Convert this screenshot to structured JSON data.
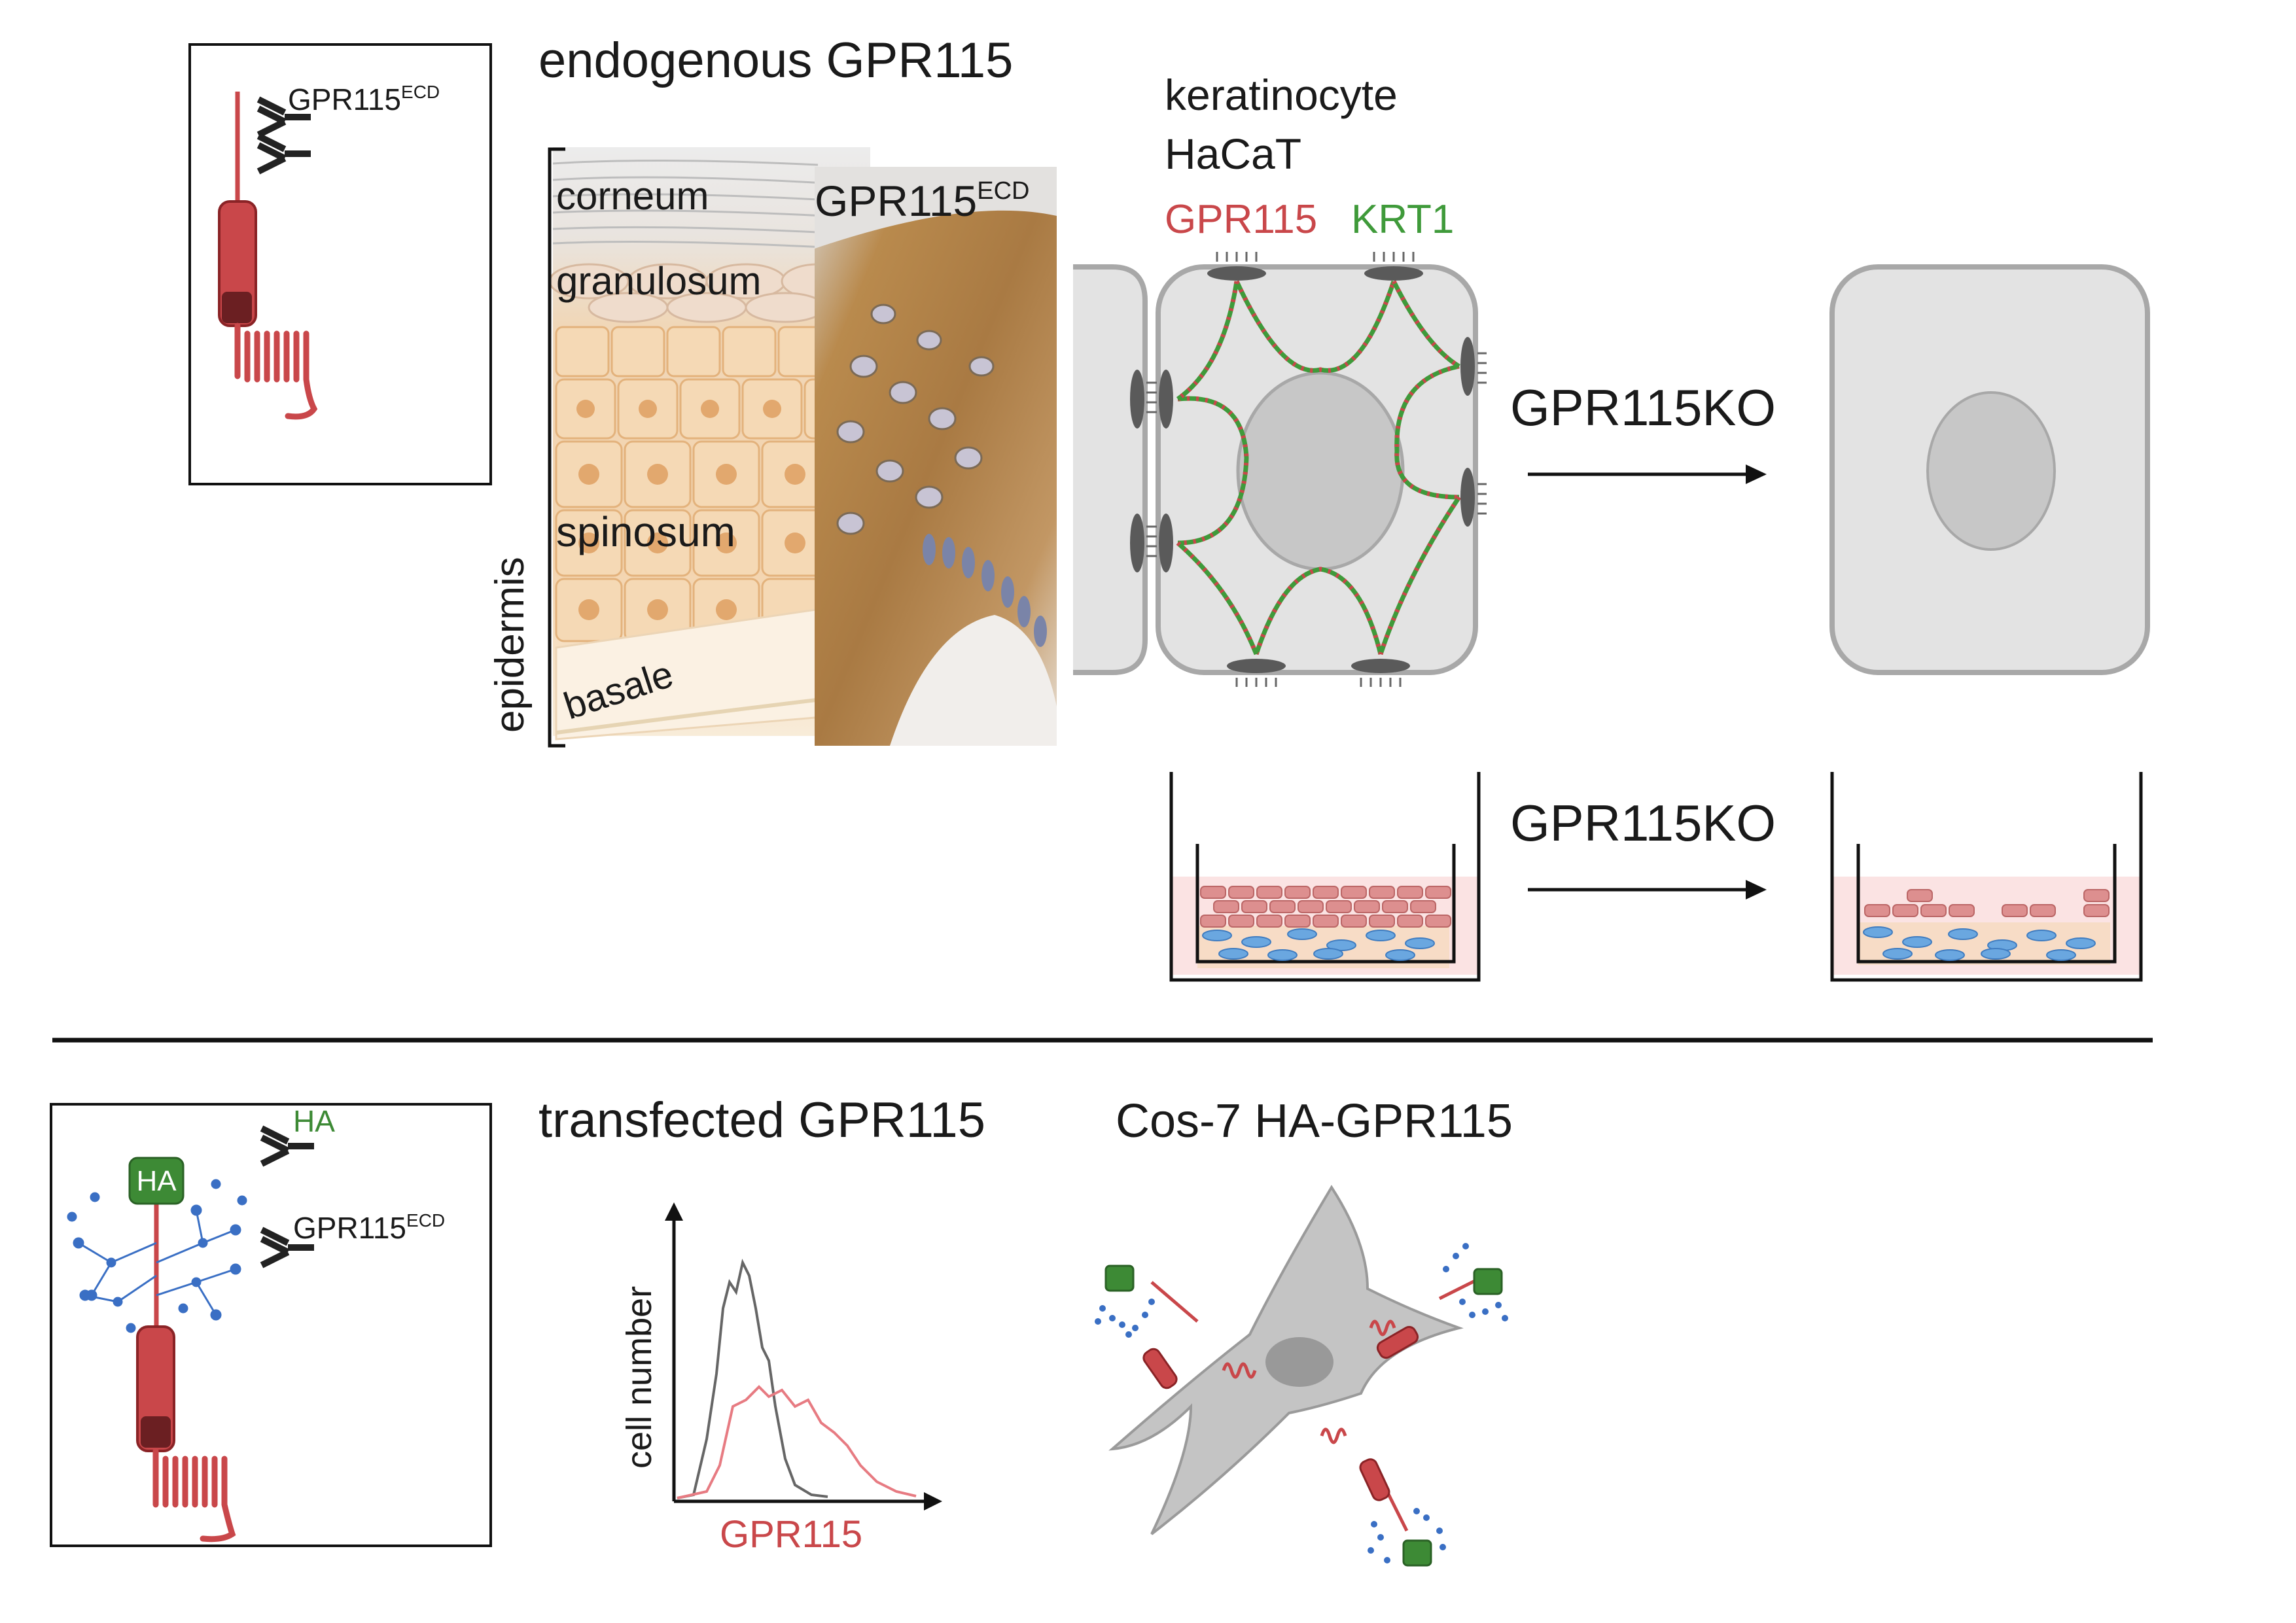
{
  "top_panel": {
    "title": "endogenous GPR115",
    "receptor_box": {
      "antibody_label_main": "GPR115",
      "antibody_label_sup": "ECD"
    },
    "skin": {
      "layers": [
        "corneum",
        "granulosum",
        "spinosum",
        "basale"
      ],
      "bracket_label": "epidermis",
      "stain_label_main": "GPR115",
      "stain_label_sup": "ECD"
    },
    "keratinocyte": {
      "title_line1": "keratinocyte",
      "title_line2": "HaCaT",
      "legend_gpr115": "GPR115",
      "legend_krt1": "KRT1"
    },
    "knockout_label_cells": "GPR115KO",
    "knockout_label_culture": "GPR115KO"
  },
  "bottom_panel": {
    "title": "transfected GPR115",
    "receptor_box": {
      "tag_label": "HA",
      "antibody1_label": "HA",
      "antibody2_label_main": "GPR115",
      "antibody2_label_sup": "ECD"
    },
    "histogram": {
      "ylabel": "cell number",
      "xlabel": "GPR115"
    },
    "cell_title": "Cos-7 HA-GPR115"
  },
  "colors": {
    "receptor_red": "#c9474a",
    "receptor_dark": "#8a2326",
    "krt1_green": "#3f9a3a",
    "glycan_blue": "#3a6fc4",
    "ha_green": "#3d8a35",
    "cell_gray": "#e3e3e3",
    "stain_brown": "#b5813f"
  }
}
